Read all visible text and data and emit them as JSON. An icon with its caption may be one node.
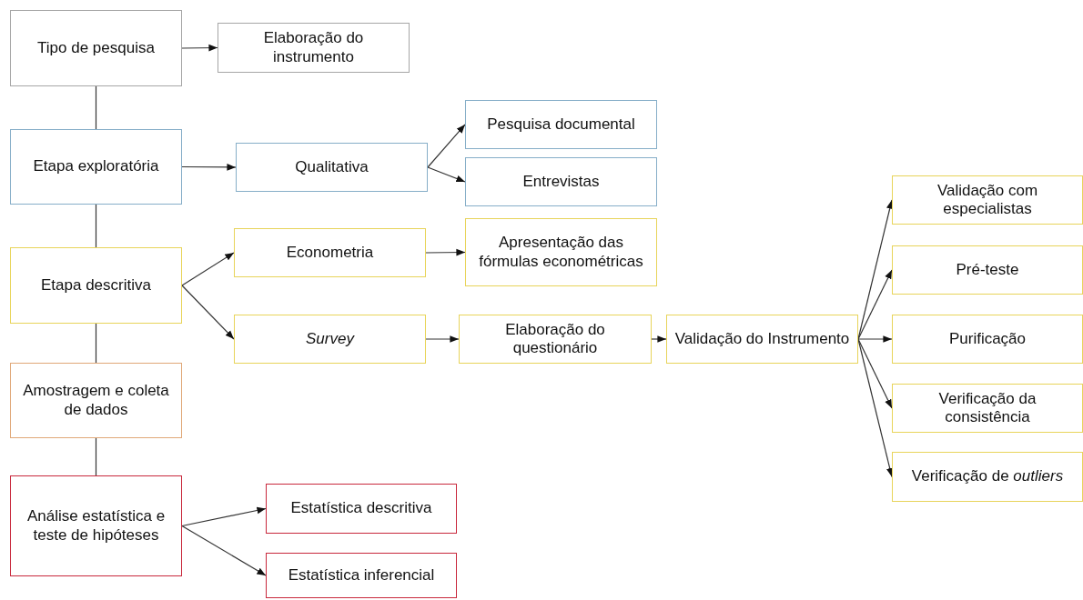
{
  "diagram": {
    "nodes": [
      {
        "text": [
          "Tipo de pesquisa"
        ]
      },
      {
        "text": [
          "Elaboração do instrumento"
        ]
      },
      {
        "text": [
          "Etapa exploratória"
        ]
      },
      {
        "text": [
          "Qualitativa"
        ]
      },
      {
        "text": [
          "Pesquisa documental"
        ]
      },
      {
        "text": [
          "Entrevistas"
        ]
      },
      {
        "text": [
          "Etapa descritiva"
        ]
      },
      {
        "text": [
          "Econometria"
        ]
      },
      {
        "text": [
          "Apresentação das fórmulas econométricas"
        ]
      },
      {
        "text": [
          "Survey"
        ]
      },
      {
        "text": [
          "Elaboração do questionário"
        ]
      },
      {
        "text": [
          "Validação do Instrumento"
        ]
      },
      {
        "text": [
          "Validação com especialistas"
        ]
      },
      {
        "text": [
          "Pré-teste"
        ]
      },
      {
        "text": [
          "Purificação"
        ]
      },
      {
        "text": [
          "Verificação da consistência"
        ]
      },
      {
        "text": [
          "Verificação de *outliers*"
        ]
      },
      {
        "text": [
          "Amostragem e coleta de dados"
        ]
      },
      {
        "text": [
          "Análise estatística e teste de hipóteses"
        ]
      },
      {
        "text": [
          "Estatística descritiva"
        ]
      },
      {
        "text": [
          "Estatística inferencial"
        ]
      }
    ],
    "edges": [
      {
        "from": 0,
        "to": 1,
        "arrow": "to"
      },
      {
        "from": 0,
        "to": 2,
        "arrow": "none"
      },
      {
        "from": 2,
        "to": 6,
        "arrow": "none"
      },
      {
        "from": 6,
        "to": 17,
        "arrow": "none"
      },
      {
        "from": 17,
        "to": 18,
        "arrow": "none"
      },
      {
        "from": 2,
        "to": 3,
        "arrow": "to"
      },
      {
        "from": 3,
        "to": 4,
        "arrow": "to"
      },
      {
        "from": 3,
        "to": 5,
        "arrow": "to"
      },
      {
        "from": 6,
        "to": 7,
        "arrow": "to"
      },
      {
        "from": 6,
        "to": 9,
        "arrow": "to"
      },
      {
        "from": 7,
        "to": 8,
        "arrow": "to"
      },
      {
        "from": 9,
        "to": 10,
        "arrow": "to"
      },
      {
        "from": 10,
        "to": 11,
        "arrow": "to"
      },
      {
        "from": 11,
        "to": 12,
        "arrow": "to"
      },
      {
        "from": 11,
        "to": 13,
        "arrow": "to"
      },
      {
        "from": 11,
        "to": 14,
        "arrow": "to"
      },
      {
        "from": 11,
        "to": 15,
        "arrow": "to"
      },
      {
        "from": 11,
        "to": 16,
        "arrow": "to"
      },
      {
        "from": 18,
        "to": 19,
        "arrow": "to"
      },
      {
        "from": 18,
        "to": 20,
        "arrow": "to"
      }
    ]
  }
}
